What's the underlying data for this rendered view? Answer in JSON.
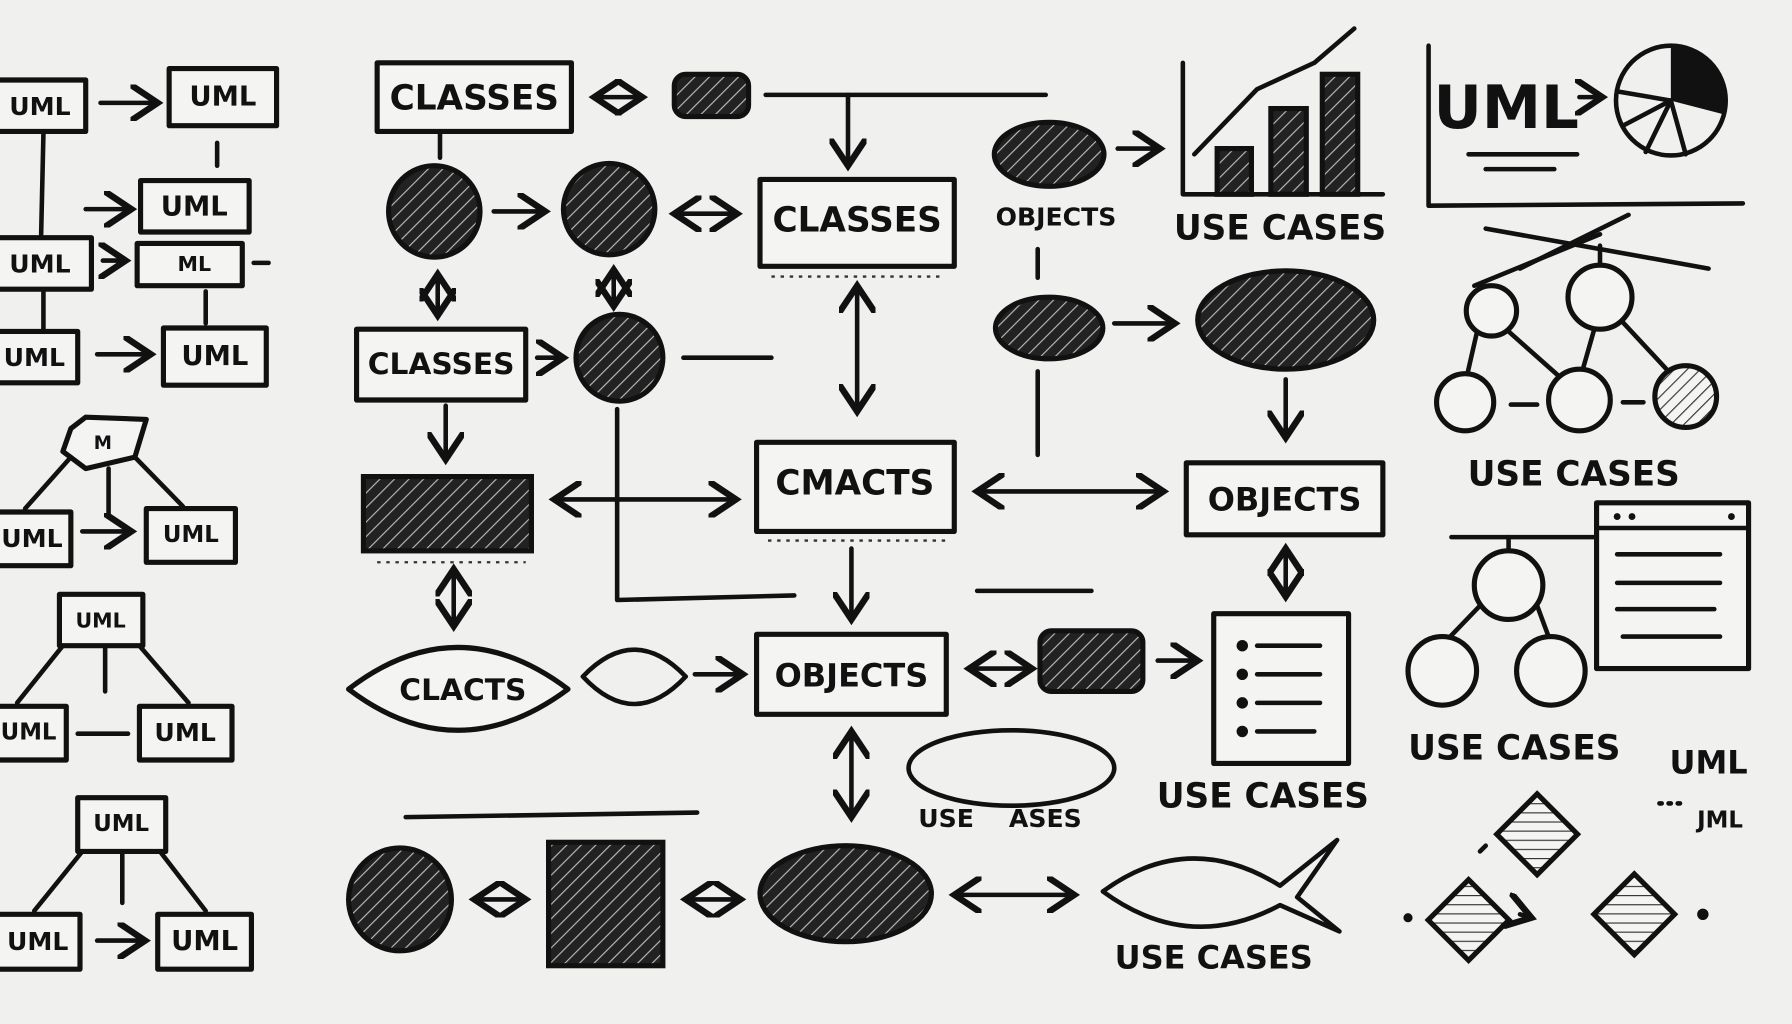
{
  "colors": {
    "background": "#f0f0ef",
    "ink": "#111111"
  },
  "left_column": {
    "labels": [
      "UML",
      "UML",
      "UML",
      "UML",
      "ML",
      "UML",
      "UML",
      "M",
      "UML",
      "UML",
      "UML",
      "UML",
      "UML",
      "UML",
      "UML",
      "UML"
    ]
  },
  "center": {
    "classes_top": "CLASSES",
    "classes_mid": "CLASSES",
    "classes_left": "CLASSES",
    "cmacts": "CMACTS",
    "objects_right": "OBJECTS",
    "clacts": "CLACTS",
    "objects_bottom": "OBJECTS",
    "use_ases": "USE    ASES",
    "use_cases_doc": "USE CASES",
    "use_cases_fish": "USE CASES"
  },
  "right_center": {
    "objects_label": "OBJECTS",
    "use_cases_chart": "USE CASES"
  },
  "far_right": {
    "uml_title": "UML",
    "use_cases_tree": "USE CASES",
    "use_cases_window": "USE CASES",
    "uml_label": "UML",
    "jml_label": "JML"
  }
}
